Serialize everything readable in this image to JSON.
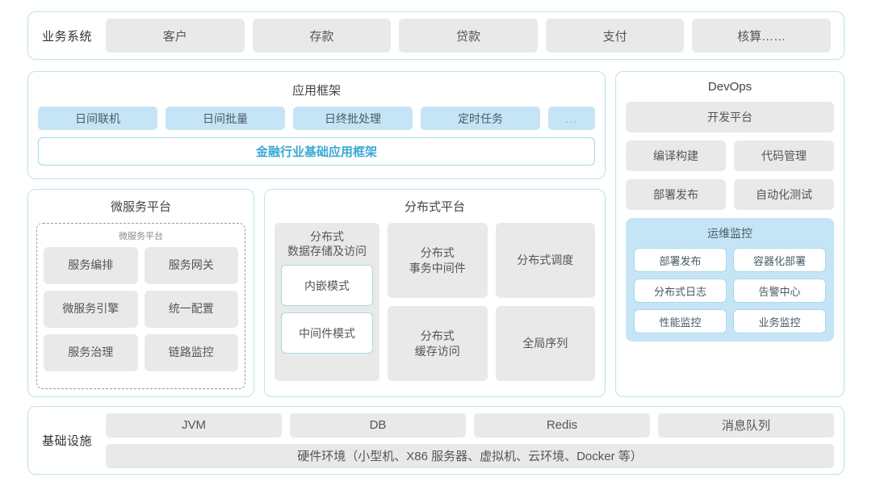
{
  "business_systems": {
    "label": "业务系统",
    "items": [
      "客户",
      "存款",
      "贷款",
      "支付",
      "核算……"
    ]
  },
  "app_framework": {
    "title": "应用框架",
    "chips": [
      "日间联机",
      "日间批量",
      "日终批处理",
      "定时任务"
    ],
    "ellipsis": "...",
    "banner": "金融行业基础应用框架"
  },
  "microservice_platform": {
    "title": "微服务平台",
    "subtitle": "微服务平台",
    "items": [
      "服务编排",
      "服务网关",
      "微服务引擎",
      "统一配置",
      "服务治理",
      "链路监控"
    ]
  },
  "distributed_platform": {
    "title": "分布式平台",
    "storage": {
      "title": "分布式\n数据存储及访问",
      "title_line1": "分布式",
      "title_line2": "数据存储及访问",
      "modes": [
        "内嵌模式",
        "中间件模式"
      ]
    },
    "cells": [
      {
        "line1": "分布式",
        "line2": "事务中间件"
      },
      {
        "line1": "分布式调度",
        "line2": ""
      },
      {
        "line1": "分布式",
        "line2": "缓存访问"
      },
      {
        "line1": "全局序列",
        "line2": ""
      }
    ]
  },
  "devops": {
    "title": "DevOps",
    "platform": "开发平台",
    "items": [
      "编译构建",
      "代码管理",
      "部署发布",
      "自动化测试"
    ],
    "ops_monitor": {
      "title": "运维监控",
      "items": [
        "部署发布",
        "容器化部署",
        "分布式日志",
        "告警中心",
        "性能监控",
        "业务监控"
      ]
    }
  },
  "infrastructure": {
    "label": "基础设施",
    "chips": [
      "JVM",
      "DB",
      "Redis",
      "消息队列"
    ],
    "hardware": "硬件环境（小型机、X86 服务器、虚拟机、云环境、Docker 等）"
  },
  "colors": {
    "card_border": "#bfe2ec",
    "chip_gray": "#e9e9e9",
    "chip_blue": "#c5e5f6",
    "accent": "#3aa8d4",
    "sub_border": "#a9d9e8"
  }
}
